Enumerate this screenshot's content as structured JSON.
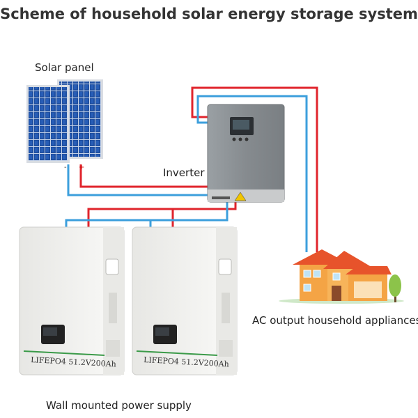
{
  "header": {
    "title": "Scheme of household solar energy storage system"
  },
  "labels": {
    "solar_panel": "Solar panel",
    "inverter": "Inverter",
    "ac_output": "AC output household appliances",
    "wall_mounted": "Wall mounted power supply"
  },
  "panel": {
    "minus": "-",
    "plus": "+"
  },
  "batteries": [
    {
      "text": "LIFEPO4 51.2V200Ah"
    },
    {
      "text": "LIFEPO4 51.2V200Ah"
    }
  ],
  "colors": {
    "positive_wire": "#e0242c",
    "negative_wire": "#3c9fdc",
    "panel_cell": "#1f4fa0",
    "inverter_body": "#8d9296",
    "battery_body": "#f1f1ef",
    "house_wall": "#f4a445",
    "house_roof": "#e7532b",
    "battery_stripe": "#3a9a48"
  }
}
